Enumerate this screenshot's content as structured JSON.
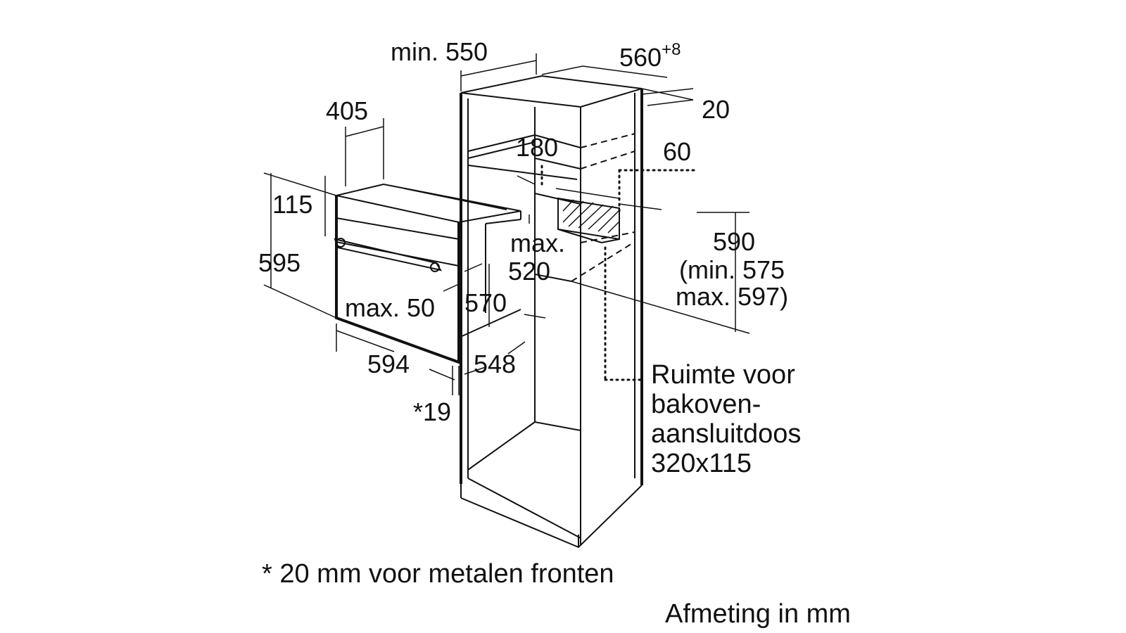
{
  "dimensions": {
    "min_550": "min. 550",
    "w_560": "560",
    "w_560_sup": "+8",
    "d_20": "20",
    "d_405": "405",
    "d_180": "180",
    "d_60": "60",
    "h_115": "115",
    "h_595": "595",
    "max_line1": "max.",
    "max_line2": "520",
    "h_590": "590",
    "h_590_min": "(min. 575",
    "h_590_max": "max. 597)",
    "max_50": "max. 50",
    "d_570": "570",
    "w_594": "594",
    "d_548": "548",
    "star_19": "*19"
  },
  "socket_note": {
    "line1": "Ruimte voor",
    "line2": "bakoven-",
    "line3": "aansluitdoos",
    "line4": "320x115"
  },
  "footnote": "* 20 mm voor metalen fronten",
  "units_note": "Afmeting in mm"
}
